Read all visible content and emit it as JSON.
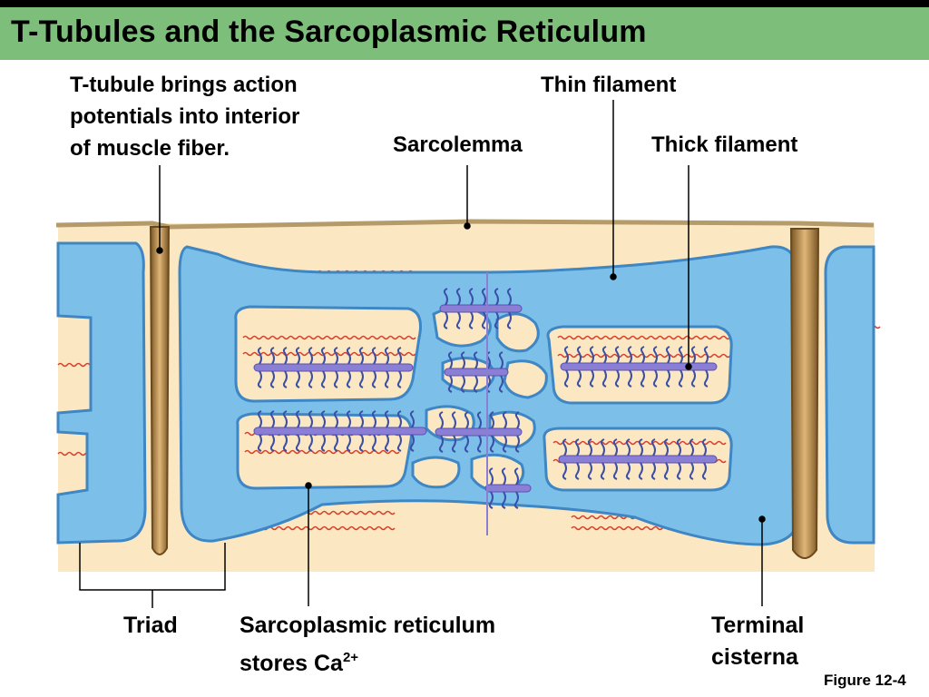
{
  "slide": {
    "title": "T-Tubules and the Sarcoplasmic Reticulum",
    "figure_ref": "Figure 12-4"
  },
  "labels": {
    "t_tubule": [
      "T-tubule brings action",
      "potentials into interior",
      "of muscle fiber."
    ],
    "thin_filament": "Thin filament",
    "sarcolemma": "Sarcolemma",
    "thick_filament": "Thick filament",
    "triad": "Triad",
    "sarcoplasmic_reticulum_line1": "Sarcoplasmic reticulum",
    "sarcoplasmic_reticulum_line2": "stores Ca",
    "calcium_charge": "2+",
    "terminal_cisterna": [
      "Terminal",
      "cisterna"
    ]
  },
  "colors": {
    "header": "#7dbf7a",
    "cytoplasm": "#fbe8c2",
    "reticulum": "#7cc0ea",
    "reticulum_dark": "#3e86c4",
    "t_tubule": "#b58a4e",
    "thick_filament": "#8a7fd4",
    "thin_filament": "#d6402c",
    "myosin_head": "#3b4fa8"
  }
}
